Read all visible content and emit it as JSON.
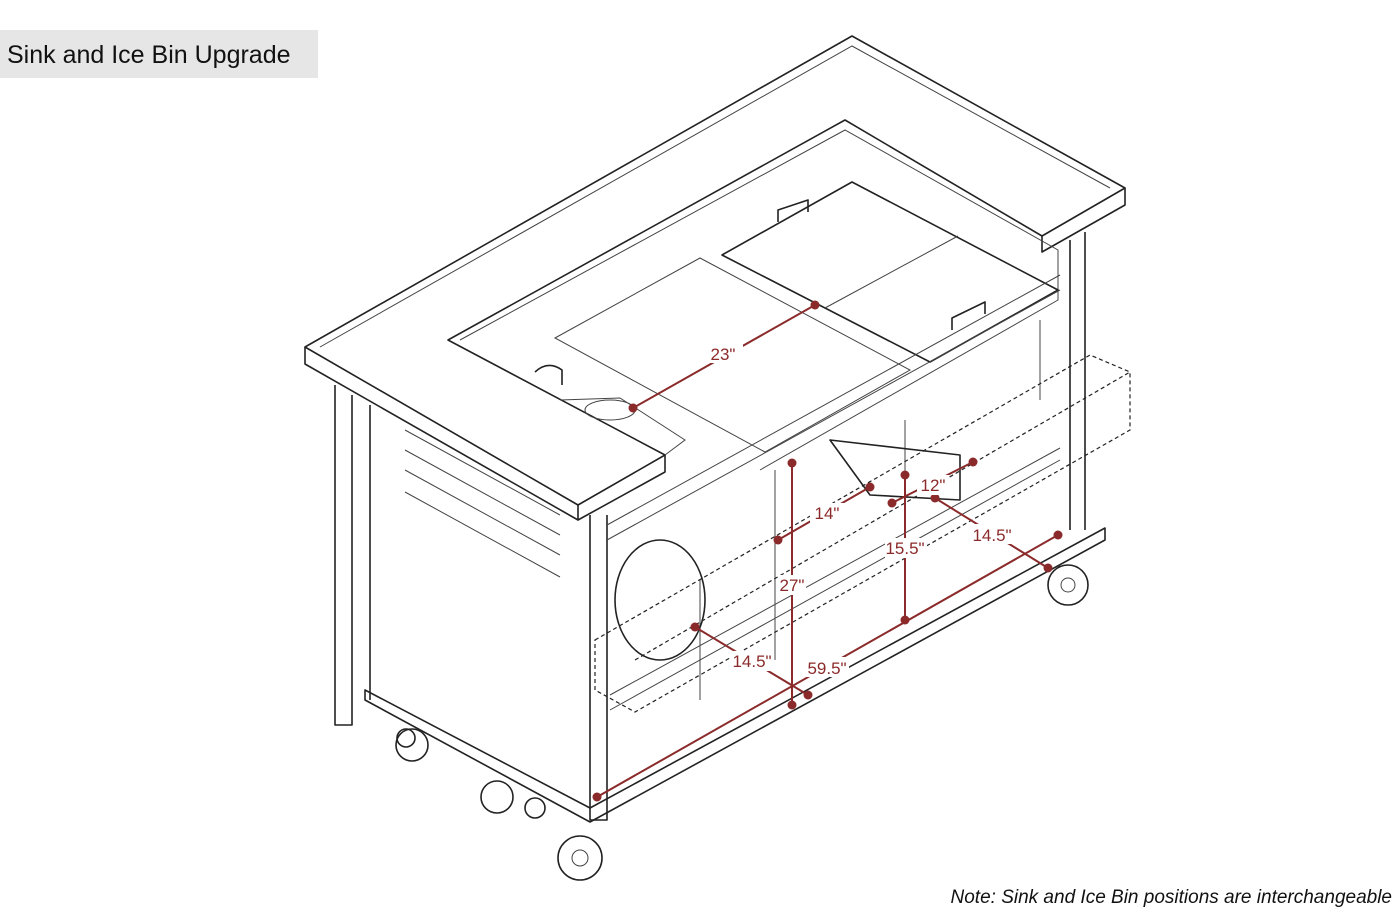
{
  "title": "Sink and Ice Bin Upgrade",
  "note": "Note: Sink and Ice Bin positions are interchangeable",
  "dimensions": {
    "sink_to_bin": "23\"",
    "height": "27\"",
    "depth_left": "14\"",
    "width_right": "12\"",
    "height_right": "15.5\"",
    "depth_right": "14.5\"",
    "length": "59.5\"",
    "depth_front": "14.5\""
  },
  "colors": {
    "dimension": "#8b2a2a",
    "label_bg": "#e6e6e6"
  }
}
